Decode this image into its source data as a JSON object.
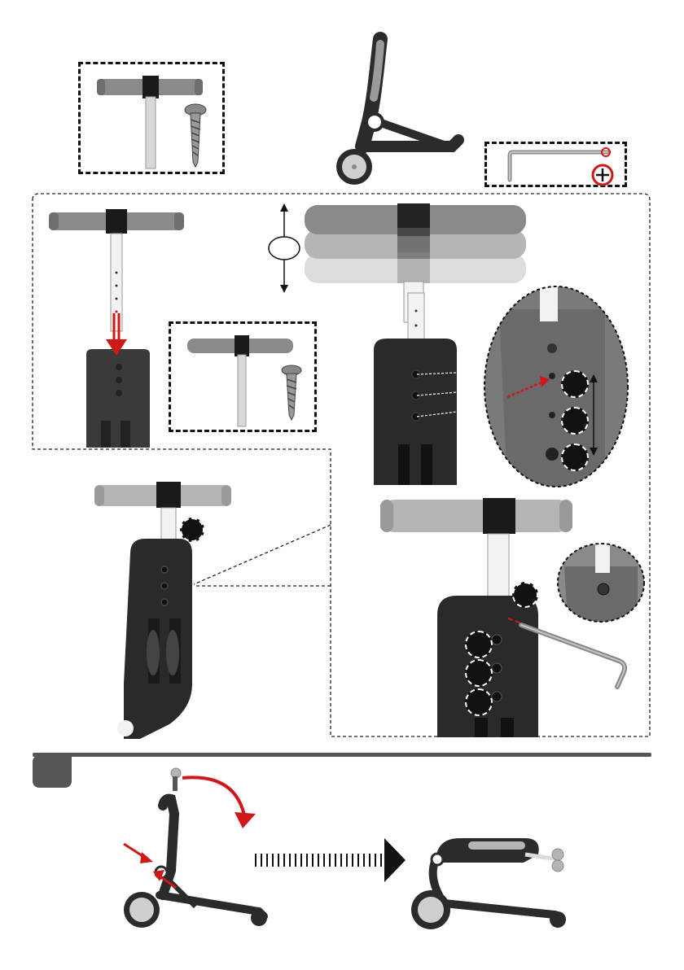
{
  "page": {
    "title": "",
    "step_number": ""
  },
  "colors": {
    "frame": "#2b2b2b",
    "grip": "#8a8a8a",
    "grip_light": "#b5b5b5",
    "accent_red": "#d01818",
    "wheel": "#cfcfcf"
  },
  "parts": {
    "handlebar": "handlebar-part",
    "screw": "screw-part",
    "hex_key": "hex-key-tool",
    "scooter": "scooter-frame"
  },
  "icons": {
    "plus": "plus-in-circle-icon",
    "height_arrow": "double-arrow-icon",
    "insert_arrow": "red-down-arrow-icon",
    "fold_arrow": "red-curved-arrow-icon",
    "transition_arrow": "dotted-right-arrow-icon"
  }
}
